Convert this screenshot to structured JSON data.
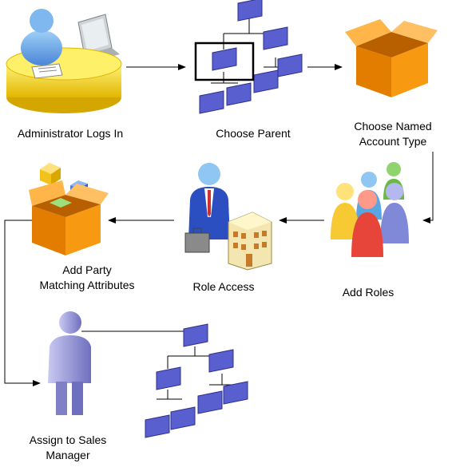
{
  "steps": {
    "admin_login": "Administrator Logs In",
    "choose_parent": "Choose Parent",
    "choose_named_account_type": "Choose Named\nAccount Type",
    "add_roles": "Add Roles",
    "role_access": "Role Access",
    "add_party_matching_attributes": "Add Party\nMatching Attributes",
    "assign_sales_manager": "Assign to Sales\nManager"
  },
  "icons": {
    "admin_login": "administrator-at-computer-icon",
    "choose_parent": "hierarchy-with-selection-icon",
    "choose_named_account_type": "open-box-icon",
    "add_roles": "people-group-icon",
    "role_access": "businessman-with-building-icon",
    "add_party_matching_attributes": "box-with-cubes-icon",
    "assign_sales_manager_person": "person-icon",
    "assign_sales_manager_hierarchy": "hierarchy-icon"
  },
  "colors": {
    "hierarchy_block": "#5a5fd0",
    "box_orange": "#f79a12",
    "desk_yellow": "#f2d51b",
    "arrow": "#000000"
  }
}
